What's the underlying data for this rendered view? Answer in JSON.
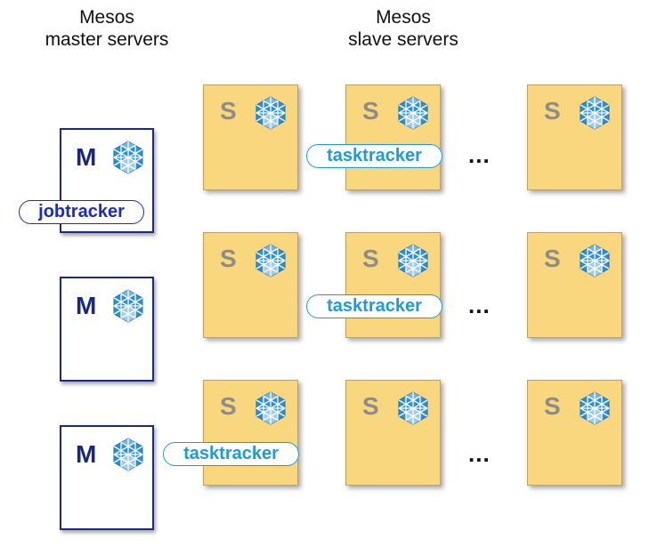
{
  "headings": {
    "master": [
      "Mesos",
      "master servers"
    ],
    "slave": [
      "Mesos",
      "slave servers"
    ]
  },
  "master_label": "M",
  "slave_label": "S",
  "jobtracker_label": "jobtracker",
  "tasktracker_label": "tasktracker",
  "ellipsis": "...",
  "colors": {
    "master_border": "#1a2a8c",
    "master_letter": "#16268a",
    "slave_fill": "#f9d77e",
    "slave_letter": "#8c8c8c",
    "jobtracker": "#1b2ad0",
    "tasktracker": "#1b9cdc",
    "mesos_logo": "#2a8fd8"
  },
  "icons": {
    "mesos_logo": "mesos-logo-icon"
  }
}
